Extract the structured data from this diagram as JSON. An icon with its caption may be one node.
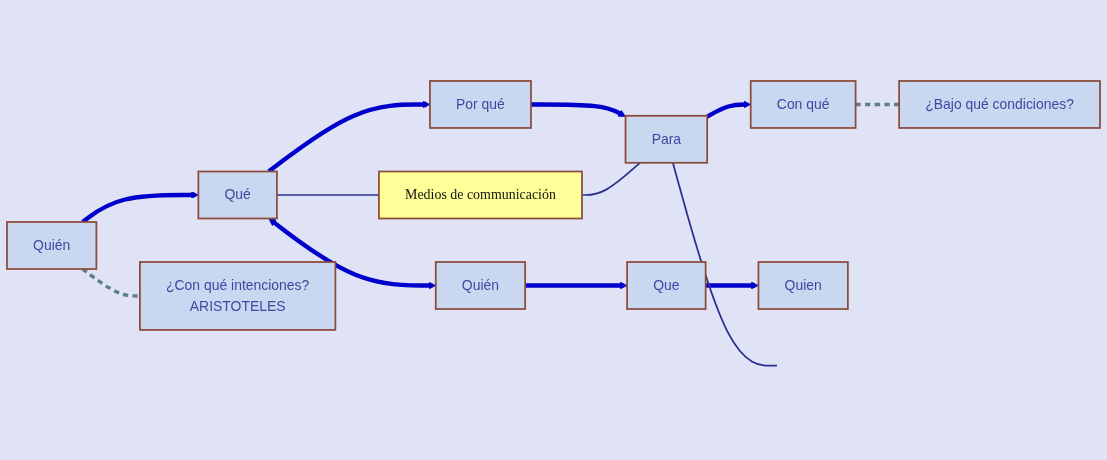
{
  "diagram": {
    "nodes": [
      {
        "text": [
          "Quién"
        ]
      },
      {
        "text": [
          "Qué"
        ]
      },
      {
        "text": [
          "Por qué"
        ]
      },
      {
        "text": [
          "Para"
        ]
      },
      {
        "text": [
          "Con qué"
        ]
      },
      {
        "text": [
          "Medios de communicación"
        ]
      },
      {
        "text": [
          "¿Con qué intenciones?",
          "ARISTOTELES"
        ]
      },
      {
        "text": [
          "¿Bajo qué condiciones?"
        ]
      },
      {
        "text": [
          "Quién"
        ]
      },
      {
        "text": [
          "Que"
        ]
      },
      {
        "text": [
          "Quien"
        ]
      }
    ],
    "edges": [
      {
        "from": 0,
        "to": 1,
        "arrow": "to"
      },
      {
        "from": 1,
        "to": 2,
        "arrow": "to"
      },
      {
        "from": 2,
        "to": 3,
        "arrow": "to"
      },
      {
        "from": 3,
        "to": 4,
        "arrow": "to"
      },
      {
        "from": 0,
        "to": 6,
        "arrow": "none",
        "style": "dashed",
        "color": "#5f7f86"
      },
      {
        "from": 4,
        "to": 7,
        "arrow": "none",
        "style": "dashed",
        "color": "#5f7f86"
      },
      {
        "from": 1,
        "to": 8,
        "arrow": "both"
      },
      {
        "from": 8,
        "to": 9,
        "arrow": "to"
      },
      {
        "from": 9,
        "to": 10,
        "arrow": "to"
      },
      {
        "from": 1,
        "to": 5,
        "arrow": "none",
        "color": "#2a2f8f"
      },
      {
        "from": 5,
        "to": 3,
        "arrow": "none",
        "color": "#2a2f8f"
      },
      {
        "from": 3,
        "to": null,
        "arrow": "none",
        "color": "#2a2f8f"
      }
    ]
  }
}
